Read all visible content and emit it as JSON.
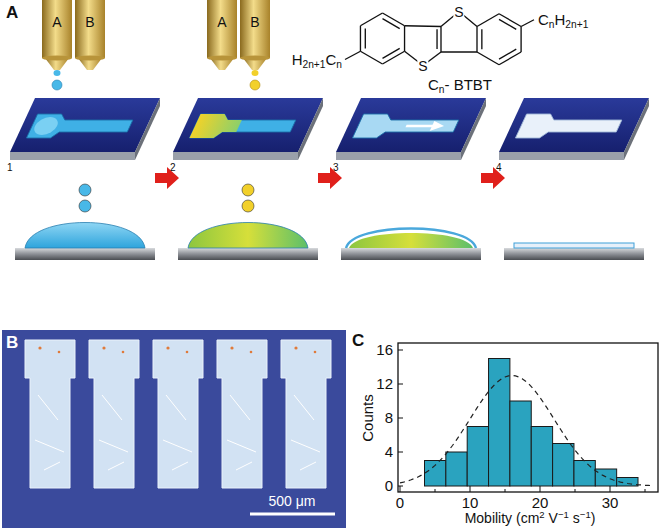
{
  "diagram": {
    "labels": [
      "A",
      "A",
      "B",
      "A",
      "B",
      "H",
      "2n+1",
      "C",
      "n",
      "C",
      "n",
      "H",
      "2n+1",
      "S",
      "S",
      "C",
      "n",
      "- BTBT",
      "1",
      "2",
      "3",
      "4",
      "B",
      "500 μm",
      "C",
      "Counts",
      "0",
      "4",
      "8",
      "12",
      "16",
      "0",
      "10",
      "20",
      "30",
      "Mobility (cm",
      "2",
      "V",
      "−1",
      "s",
      "−1",
      ")"
    ]
  }
}
